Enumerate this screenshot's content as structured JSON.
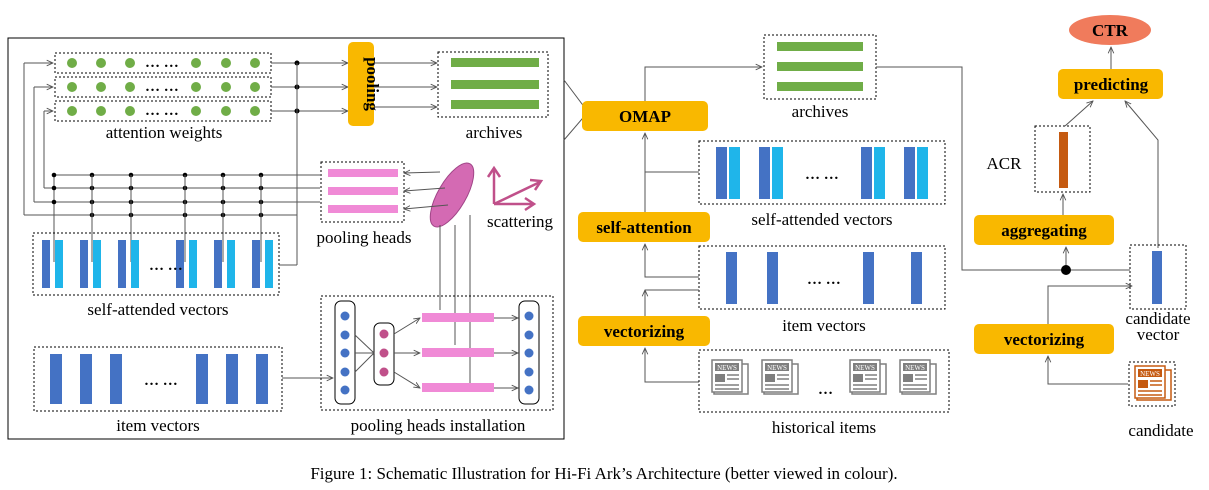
{
  "figure": {
    "caption": "Figure 1: Schematic Illustration for Hi-Fi Ark’s Architecture (better viewed in colour)."
  },
  "left_panel": {
    "attention_weights_label": "attention weights",
    "pooling_label": "pooling",
    "archives_label": "archives",
    "pooling_heads_label": "pooling heads",
    "scattering_label": "scattering",
    "self_attended_vectors_label": "self-attended vectors",
    "item_vectors_label": "item vectors",
    "pooling_heads_installation_label": "pooling heads installation",
    "ellipsis": "… …"
  },
  "middle_panel": {
    "omap_label": "OMAP",
    "archives_label": "archives",
    "self_attention_label": "self-attention",
    "self_attended_vectors_label": "self-attended vectors",
    "vectorizing_label": "vectorizing",
    "item_vectors_label": "item vectors",
    "historical_items_label": "historical items",
    "news_icon_text": "NEWS",
    "ellipsis": "… …",
    "ellipsis_short": "…"
  },
  "right_panel": {
    "ctr_label": "CTR",
    "predicting_label": "predicting",
    "acr_label": "ACR",
    "aggregating_label": "aggregating",
    "vectorizing_label": "vectorizing",
    "candidate_vector_label_line1": "candidate",
    "candidate_vector_label_line2": "vector",
    "candidate_label": "candidate",
    "news_icon_text": "NEWS"
  },
  "colors": {
    "op_box": "#f9b800",
    "ctr_ellipse": "#f07b5c",
    "dark_blue": "#4472c4",
    "light_blue": "#1fb5ea",
    "green": "#70ad47",
    "pink": "#f08ad6",
    "magenta": "#c0508a",
    "acr_bar": "#c55a11",
    "news_orange": "#c55a11",
    "news_gray": "#7f7f7f"
  }
}
